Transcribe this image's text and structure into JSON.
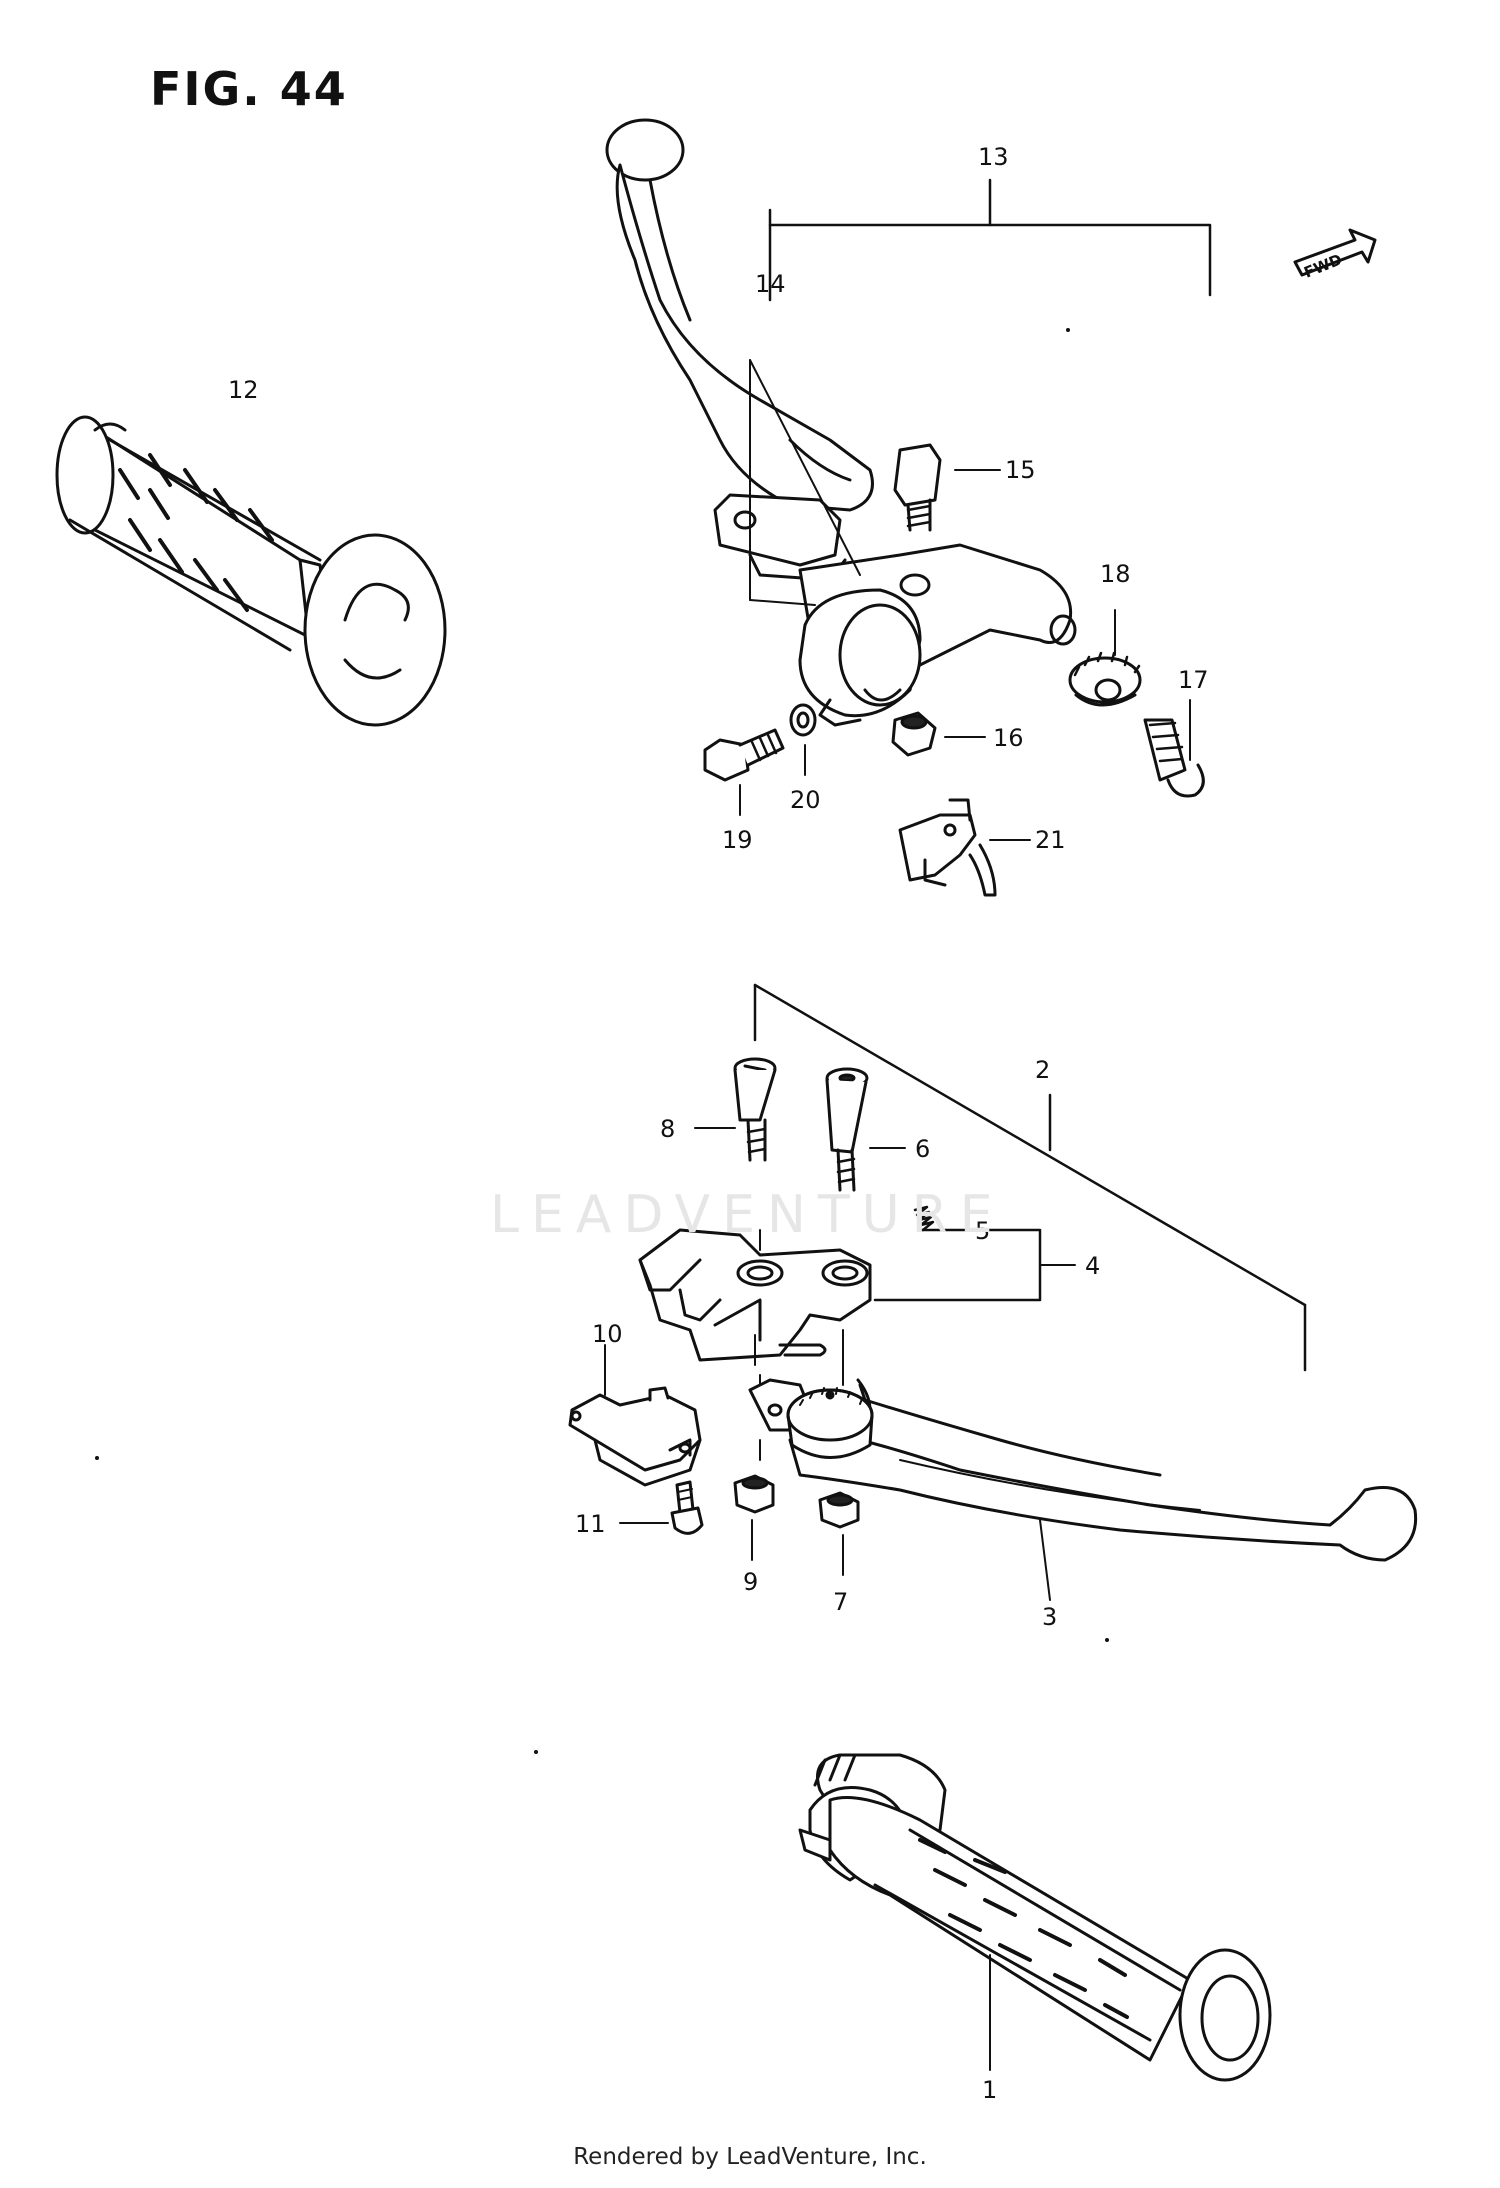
{
  "title": "FIG. 44",
  "footer": "Rendered by LeadVenture, Inc.",
  "watermark": "LEADVENTURE",
  "fwd_badge": "FWD",
  "callouts": {
    "c1": "1",
    "c2": "2",
    "c3": "3",
    "c4": "4",
    "c5": "5",
    "c6": "6",
    "c7": "7",
    "c8": "8",
    "c9": "9",
    "c10": "10",
    "c11": "11",
    "c12": "12",
    "c13": "13",
    "c14": "14",
    "c15": "15",
    "c16": "16",
    "c17": "17",
    "c18": "18",
    "c19": "19",
    "c20": "20",
    "c21": "21"
  }
}
